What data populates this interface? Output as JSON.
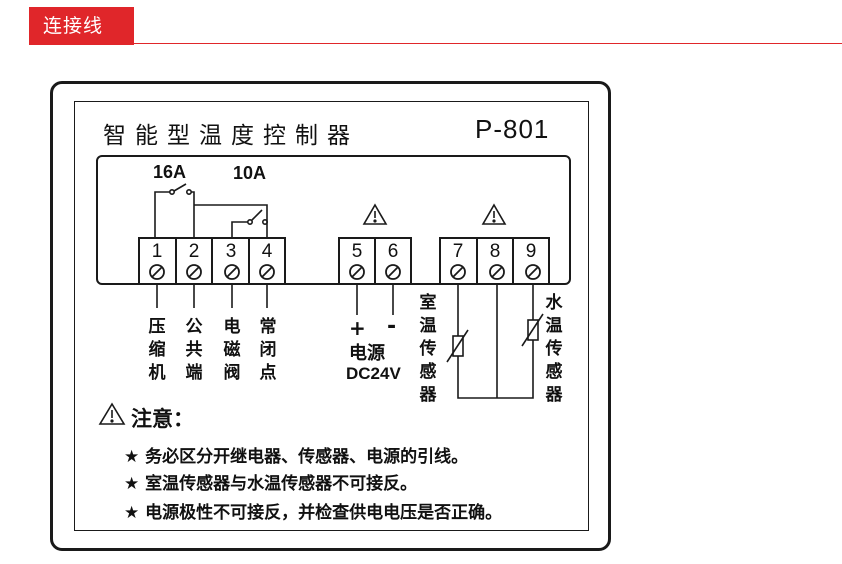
{
  "header": {
    "title": "连接线",
    "accent": "#e0262a"
  },
  "device": {
    "title": "智能型温度控制器",
    "model": "P-801"
  },
  "relays": {
    "compressor_rating": "16A",
    "valve_rating": "10A"
  },
  "terminals": [
    "1",
    "2",
    "3",
    "4",
    "5",
    "6",
    "7",
    "8",
    "9"
  ],
  "labels": {
    "t1": [
      "压",
      "缩",
      "机"
    ],
    "t2": [
      "公",
      "共",
      "端"
    ],
    "t3": [
      "电",
      "磁",
      "阀"
    ],
    "t4": [
      "常",
      "闭",
      "点"
    ],
    "plus": "+",
    "minus": "-",
    "power": "电源",
    "power_spec": "DC24V",
    "room_sensor": [
      "室",
      "温",
      "传",
      "感",
      "器"
    ],
    "water_sensor": [
      "水",
      "温",
      "传",
      "感",
      "器"
    ]
  },
  "notes": {
    "title": "注意：",
    "items": [
      "务必区分开继电器、传感器、电源的引线。",
      "室温传感器与水温传感器不可接反。",
      "电源极性不可接反，并检查供电电压是否正确。"
    ]
  },
  "icons": {
    "warning": "warning-triangle-icon",
    "bullet": "star-icon"
  }
}
